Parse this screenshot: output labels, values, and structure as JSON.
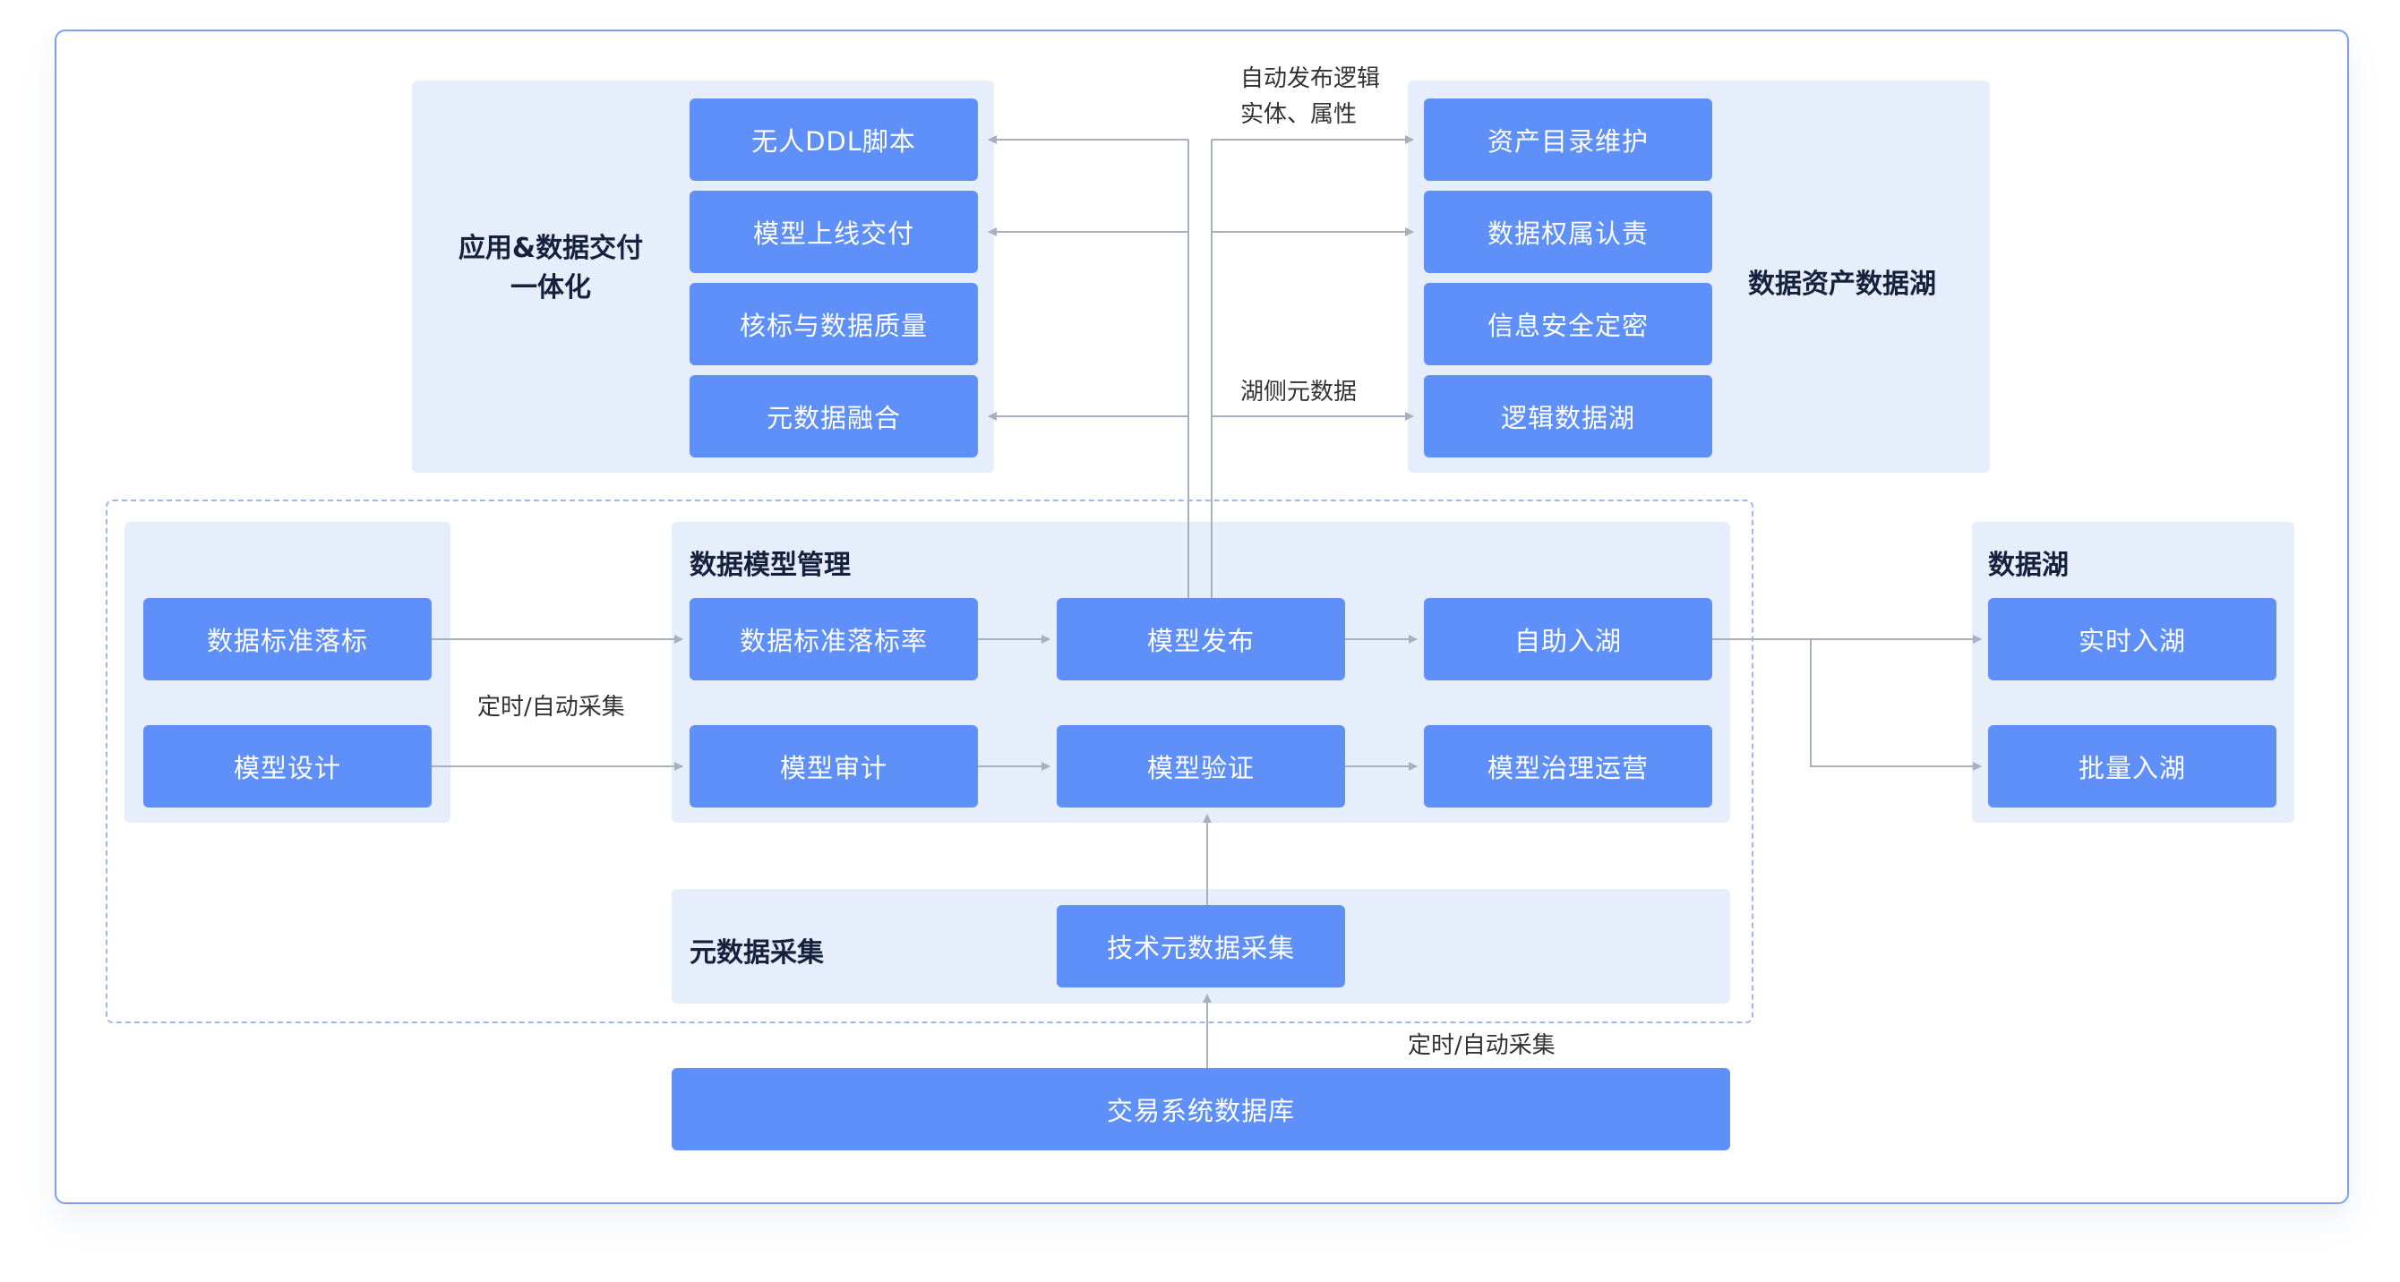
{
  "sections": {
    "app_delivery": {
      "title_line1": "应用&数据交付",
      "title_line2": "一体化"
    },
    "asset_lake": {
      "title": "数据资产数据湖"
    },
    "model_mgmt": {
      "title": "数据模型管理"
    },
    "metadata": {
      "title": "元数据采集"
    },
    "data_lake": {
      "title": "数据湖"
    }
  },
  "boxes": {
    "no_ddl_script": "无人DDL脚本",
    "model_online_delivery": "模型上线交付",
    "verify_standard_quality": "核标与数据质量",
    "metadata_fusion": "元数据融合",
    "asset_catalog": "资产目录维护",
    "data_ownership": "数据权属认责",
    "info_security": "信息安全定密",
    "logical_lake": "逻辑数据湖",
    "standard_landing": "数据标准落标",
    "model_design": "模型设计",
    "standard_landing_rate": "数据标准落标率",
    "model_publish": "模型发布",
    "self_service_ingest": "自助入湖",
    "model_audit": "模型审计",
    "model_verify": "模型验证",
    "model_governance": "模型治理运营",
    "tech_metadata_collect": "技术元数据采集",
    "realtime_ingest": "实时入湖",
    "batch_ingest": "批量入湖",
    "trading_db": "交易系统数据库"
  },
  "annotations": {
    "auto_publish_line1": "自动发布逻辑",
    "auto_publish_line2": "实体、属性",
    "lake_side_metadata": "湖侧元数据",
    "scheduled_collect_left": "定时/自动采集",
    "scheduled_collect_bottom": "定时/自动采集"
  },
  "colors": {
    "box_fill": "#5f8ff8",
    "panel_fill": "#e6eefc",
    "frame_border": "#7e9ff5",
    "arrow": "#a9b0bd",
    "title_text": "#16213d"
  }
}
